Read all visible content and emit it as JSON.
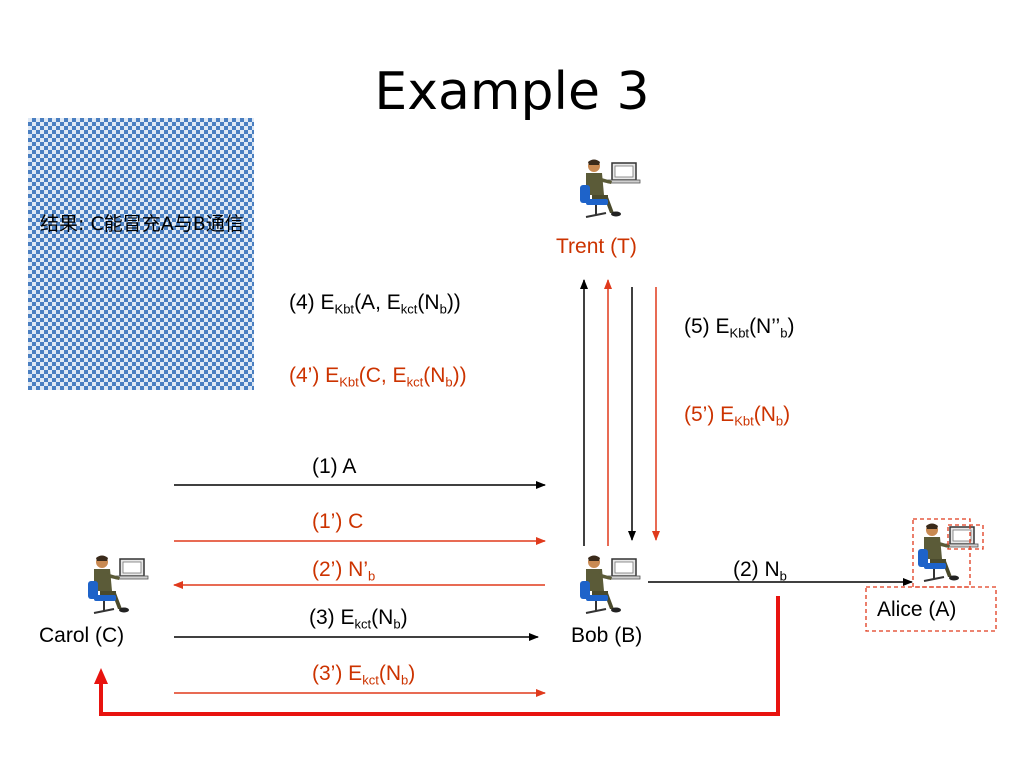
{
  "title": "Example 3",
  "note": "结果: C能冒充A与B通信",
  "actors": {
    "trent": "Trent (T)",
    "bob": "Bob (B)",
    "carol": "Carol (C)",
    "alice": "Alice (A)"
  },
  "messages": {
    "m1": "(1) A",
    "m1p": "(1’) C",
    "m2p_main": "(2’) N’",
    "m2p_sub": "b",
    "m2_main": "(2) N",
    "m2_sub": "b",
    "m3": {
      "a": "(3) E",
      "s1": "kct",
      "b": "(N",
      "s2": "b",
      "c": ")"
    },
    "m3p": {
      "a": "(3’) E",
      "s1": "kct",
      "b": "(N",
      "s2": "b",
      "c": ")"
    },
    "m4": {
      "a": "(4) E",
      "s1": "Kbt",
      "b": "(A, E",
      "s2": "kct",
      "c": "(N",
      "s3": "b",
      "d": "))"
    },
    "m4p": {
      "a": "(4’) E",
      "s1": "Kbt",
      "b": "(C, E",
      "s2": "kct",
      "c": "(N",
      "s3": "b",
      "d": "))"
    },
    "m5": {
      "a": "(5) E",
      "s1": "Kbt",
      "b": "(N’’",
      "s2": "b",
      "c": ")"
    },
    "m5p": {
      "a": "(5’) E",
      "s1": "Kbt",
      "b": "(N",
      "s2": "b",
      "c": ")"
    }
  },
  "colors": {
    "black": "#000000",
    "red_arrow": "#e03a1c",
    "red_text": "#cc3300",
    "bold_red": "#e8130f"
  }
}
